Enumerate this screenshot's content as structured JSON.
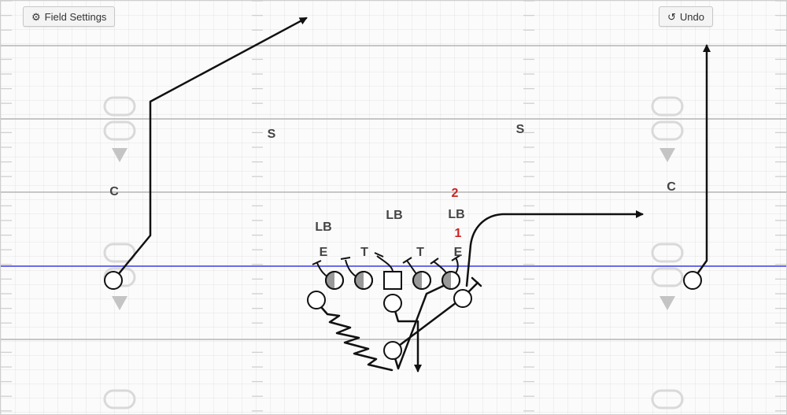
{
  "toolbar": {
    "settings_label": "Field Settings",
    "settings_icon": "gear-icon",
    "undo_label": "Undo",
    "undo_icon": "undo-icon"
  },
  "colors": {
    "yard_line": "#b5b5b5",
    "line_of_scrimmage": "#6b6bea",
    "route": "#111111",
    "label": "#444444",
    "read_order": "#cc2222",
    "hash_mark": "#d0d0d0"
  },
  "defense_labels": {
    "safety_left": "S",
    "safety_right": "S",
    "corner_left": "C",
    "corner_right": "C",
    "lb_left": "LB",
    "lb_middle": "LB",
    "lb_right": "LB",
    "end_left": "E",
    "tackle_left": "T",
    "tackle_right": "T",
    "end_right": "E"
  },
  "read_order": {
    "first": "1",
    "second": "2"
  }
}
